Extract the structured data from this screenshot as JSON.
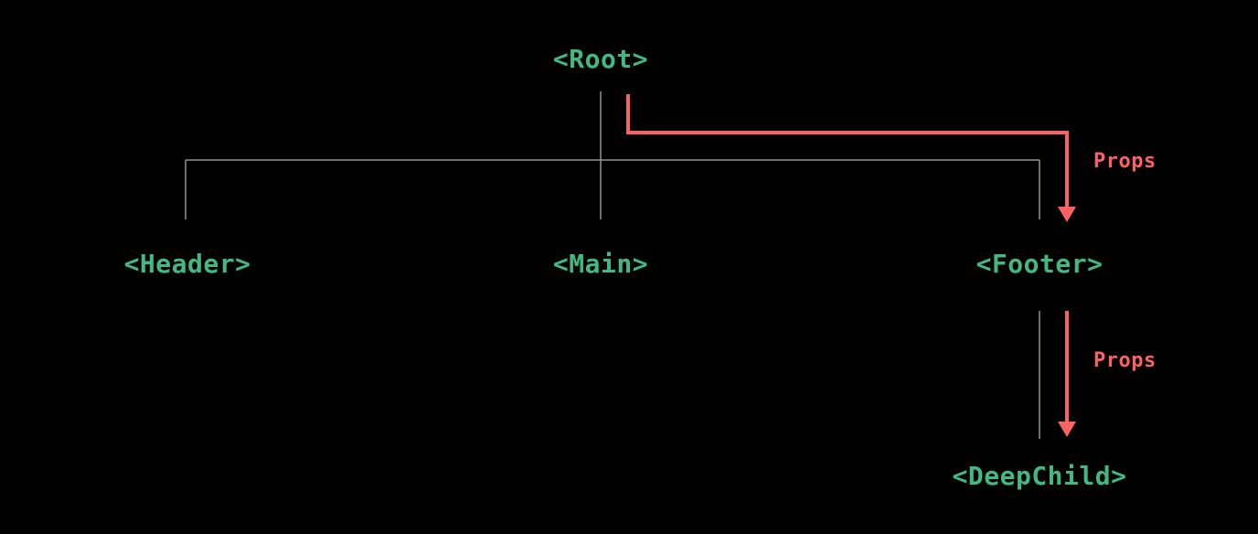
{
  "diagram": {
    "type": "component-tree",
    "nodes": [
      {
        "id": "root",
        "label": "<Root>"
      },
      {
        "id": "header",
        "label": "<Header>"
      },
      {
        "id": "main",
        "label": "<Main>"
      },
      {
        "id": "footer",
        "label": "<Footer>"
      },
      {
        "id": "deepchild",
        "label": "<DeepChild>"
      }
    ],
    "tree_edges": [
      {
        "from": "root",
        "to": "header"
      },
      {
        "from": "root",
        "to": "main"
      },
      {
        "from": "root",
        "to": "footer"
      },
      {
        "from": "footer",
        "to": "deepchild"
      }
    ],
    "prop_arrows": [
      {
        "from": "root",
        "to": "footer",
        "label": "Props"
      },
      {
        "from": "footer",
        "to": "deepchild",
        "label": "Props"
      }
    ],
    "arrow_label_1": "Props",
    "arrow_label_2": "Props"
  },
  "colors": {
    "background": "#000000",
    "node_text": "#42b883",
    "arrow": "#fc6262",
    "tree_line": "#929292"
  }
}
